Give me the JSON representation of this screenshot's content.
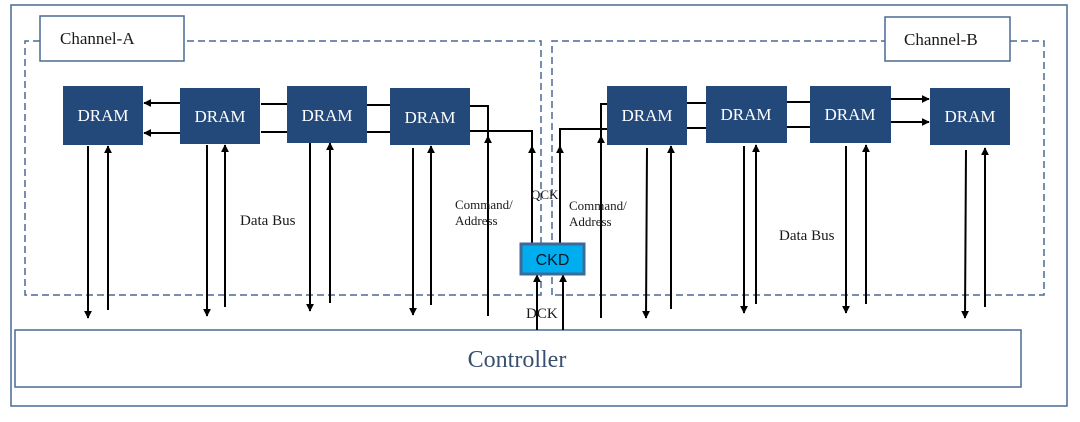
{
  "diagram": {
    "channels": [
      {
        "label": "Channel-A"
      },
      {
        "label": "Channel-B"
      }
    ],
    "drams": [
      {
        "label": "DRAM",
        "channel": "A"
      },
      {
        "label": "DRAM",
        "channel": "A"
      },
      {
        "label": "DRAM",
        "channel": "A"
      },
      {
        "label": "DRAM",
        "channel": "A"
      },
      {
        "label": "DRAM",
        "channel": "B"
      },
      {
        "label": "DRAM",
        "channel": "B"
      },
      {
        "label": "DRAM",
        "channel": "B"
      },
      {
        "label": "DRAM",
        "channel": "B"
      }
    ],
    "labels": {
      "data_bus_a": "Data Bus",
      "data_bus_b": "Data Bus",
      "cmd_addr_a_line1": "Command/",
      "cmd_addr_a_line2": "Address",
      "cmd_addr_b_line1": "Command/",
      "cmd_addr_b_line2": "Address",
      "qck": "QCK",
      "dck": "DCK",
      "ckd": "CKD",
      "controller": "Controller"
    },
    "colors": {
      "dram_fill": "#23497A",
      "ckd_fill": "#00AEEF",
      "frame": "#4A6A94",
      "controller_text": "#3A5070"
    }
  }
}
